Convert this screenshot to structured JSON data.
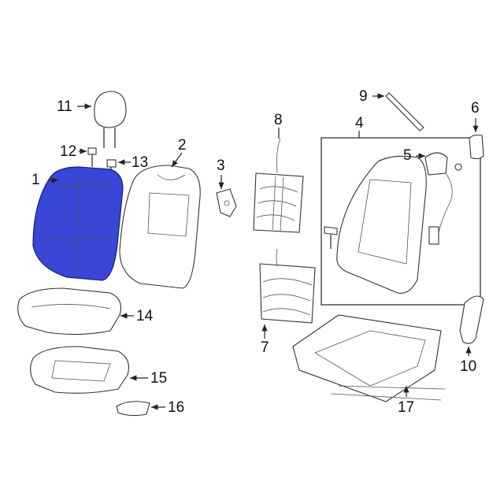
{
  "diagram": {
    "highlight_color": "#3a46d6",
    "callouts": {
      "c1": "1",
      "c2": "2",
      "c3": "3",
      "c4": "4",
      "c5": "5",
      "c6": "6",
      "c7": "7",
      "c8": "8",
      "c9": "9",
      "c10": "10",
      "c11": "11",
      "c12": "12",
      "c13": "13",
      "c14": "14",
      "c15": "15",
      "c16": "16",
      "c17": "17"
    }
  }
}
